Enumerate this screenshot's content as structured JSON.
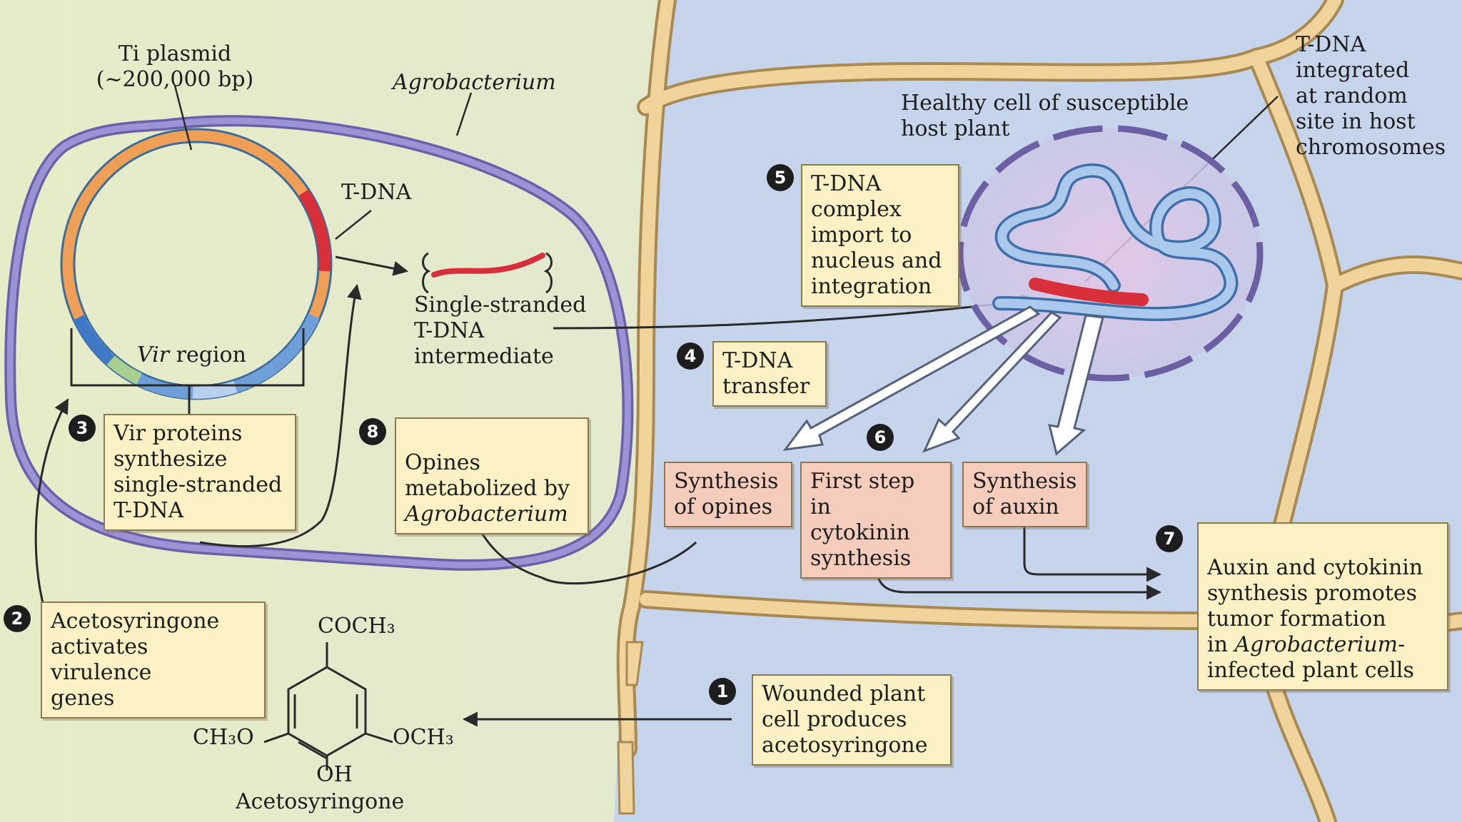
{
  "colors": {
    "background_left": "#e6ebca",
    "background_right": "#c7d5ec",
    "bacterium_membrane": "#8c82c8",
    "cell_wall": "#f0d29a",
    "plasmid_orange": "#f0a056",
    "tdna_red": "#d8303a",
    "vir_blue": "#6f9fd8",
    "nucleus_fill": "#dcc8e6",
    "chromosome": "#a9c8ea",
    "box_yellow": "#fbf1c5",
    "box_pink": "#f6cdbd"
  },
  "labels": {
    "ti_plasmid": "Ti plasmid\n(~200,000 bp)",
    "agrobacterium": "Agrobacterium",
    "tdna": "T-DNA",
    "vir_region_italic": "Vir",
    "vir_region_rest": " region",
    "single_stranded": "Single-stranded\nT-DNA\nintermediate",
    "healthy_cell": "Healthy cell of susceptible\nhost plant",
    "tdna_integrated": "T-DNA\nintegrated\nat random\nsite in host\nchromosomes",
    "cooch3": "COCH₃",
    "ch3o": "CH₃O",
    "och3": "OCH₃",
    "oh": "OH",
    "acetosyringone": "Acetosyringone"
  },
  "steps": [
    {
      "number": "1",
      "text": "Wounded plant\ncell produces\nacetosyringone"
    },
    {
      "number": "2",
      "text": "Acetosyringone\nactivates virulence\ngenes"
    },
    {
      "number": "3",
      "text": "Vir proteins\nsynthesize\nsingle-stranded\nT-DNA"
    },
    {
      "number": "4",
      "text": "T-DNA\ntransfer"
    },
    {
      "number": "5",
      "text": "T-DNA\ncomplex\nimport to\nnucleus and\nintegration"
    },
    {
      "number": "6",
      "synthesis_opines": "Synthesis\nof opines",
      "cytokinin": "First step in\ncytokinin\nsynthesis",
      "auxin": "Synthesis\nof auxin"
    },
    {
      "number": "7",
      "text_1": "Auxin and cytokinin\nsynthesis promotes\ntumor formation\nin ",
      "text_italic": "Agrobacterium",
      "text_2": "-\ninfected plant cells"
    },
    {
      "number": "8",
      "text_1": "Opines\nmetabolized by\n",
      "text_italic": "Agrobacterium"
    }
  ]
}
